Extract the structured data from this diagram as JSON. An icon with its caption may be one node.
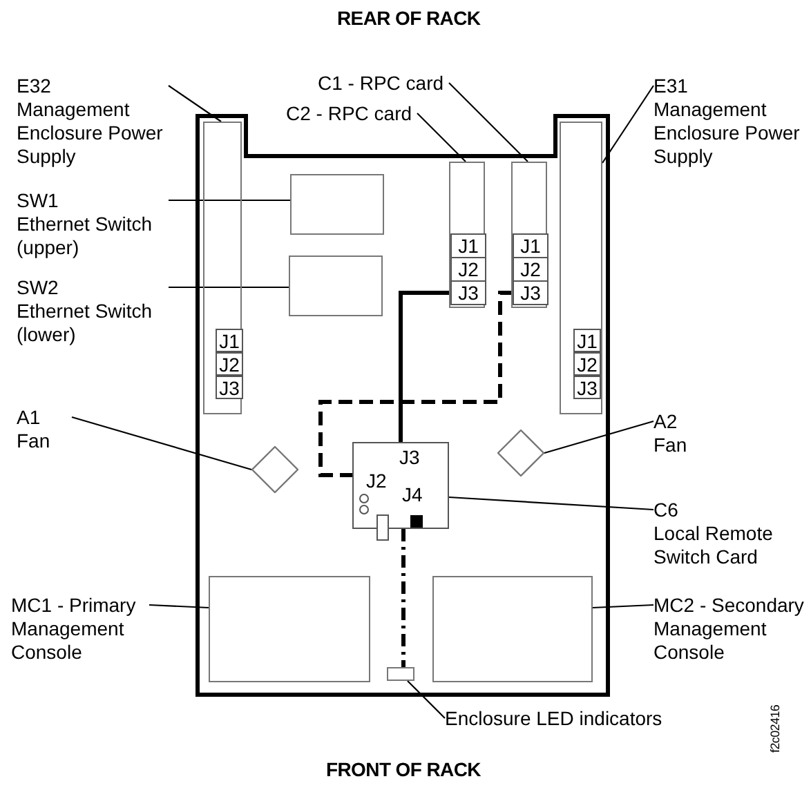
{
  "diagram": {
    "nodes": [
      {
        "text": [
          "E32",
          "Management Enclosure Power Supply"
        ]
      },
      {
        "text": [
          "SW1",
          "Ethernet Switch (upper)"
        ]
      },
      {
        "text": [
          "SW2",
          "Ethernet Switch (lower)"
        ]
      },
      {
        "text": [
          "C2 - RPC card"
        ]
      },
      {
        "text": [
          "C1 - RPC card"
        ]
      },
      {
        "text": [
          "E31",
          "Management Enclosure Power Supply"
        ]
      },
      {
        "text": [
          "A1",
          "Fan"
        ]
      },
      {
        "text": [
          "A2",
          "Fan"
        ]
      },
      {
        "text": [
          "C6",
          "Local Remote Switch Card"
        ]
      },
      {
        "text": [
          "MC1 - Primary Management Console"
        ]
      },
      {
        "text": [
          "MC2 - Secondary Management Console"
        ]
      },
      {
        "text": [
          "Enclosure LED indicators"
        ]
      },
      {
        "text": [],
        "shape": "box"
      },
      {
        "text": [
          "J1"
        ],
        "in": 12
      },
      {
        "text": [
          "J2"
        ],
        "in": 12
      },
      {
        "text": [
          "J3"
        ],
        "in": 12
      },
      {
        "text": [],
        "shape": "box"
      },
      {
        "text": [],
        "shape": "box"
      },
      {
        "text": [],
        "shape": "box"
      },
      {
        "text": [
          "J1"
        ],
        "in": 18
      },
      {
        "text": [
          "J2"
        ],
        "in": 18
      },
      {
        "text": [
          "J3"
        ],
        "in": 18
      },
      {
        "text": [],
        "shape": "box"
      },
      {
        "text": [
          "J1"
        ],
        "in": 22
      },
      {
        "text": [
          "J2"
        ],
        "in": 22
      },
      {
        "text": [
          "J3"
        ],
        "in": 22
      },
      {
        "text": [],
        "shape": "box"
      },
      {
        "text": [
          "J1"
        ],
        "in": 26
      },
      {
        "text": [
          "J2"
        ],
        "in": 26
      },
      {
        "text": [
          "J3"
        ],
        "in": 26
      },
      {
        "text": [],
        "shape": "diamond"
      },
      {
        "text": [],
        "shape": "diamond"
      },
      {
        "text": [
          "J3",
          "J2",
          "J4"
        ]
      },
      {
        "text": [],
        "shape": "box"
      },
      {
        "text": [],
        "shape": "box"
      },
      {
        "text": [],
        "shape": "box"
      }
    ],
    "edges": [
      {
        "from": 0,
        "to": 12,
        "arrow": "none"
      },
      {
        "from": 1,
        "to": 16,
        "arrow": "none"
      },
      {
        "from": 2,
        "to": 17,
        "arrow": "none"
      },
      {
        "from": 3,
        "to": 18,
        "arrow": "none"
      },
      {
        "from": 4,
        "to": 22,
        "arrow": "none"
      },
      {
        "from": 5,
        "to": 26,
        "arrow": "none"
      },
      {
        "from": 6,
        "to": 30,
        "arrow": "none"
      },
      {
        "from": 7,
        "to": 31,
        "arrow": "none"
      },
      {
        "from": 8,
        "to": 32,
        "arrow": "none"
      },
      {
        "from": 9,
        "to": 33,
        "arrow": "none"
      },
      {
        "from": 10,
        "to": 34,
        "arrow": "none"
      },
      {
        "from": 11,
        "to": 35,
        "arrow": "none"
      },
      {
        "from": 21,
        "to": 32,
        "arrow": "none",
        "style": "thick"
      },
      {
        "from": 25,
        "to": 32,
        "arrow": "none",
        "style": "dashed"
      },
      {
        "from": 32,
        "to": 35,
        "arrow": "none",
        "style": "dashed"
      }
    ],
    "labels": [
      "REAR OF RACK",
      "FRONT OF RACK",
      "f2c02416"
    ]
  }
}
